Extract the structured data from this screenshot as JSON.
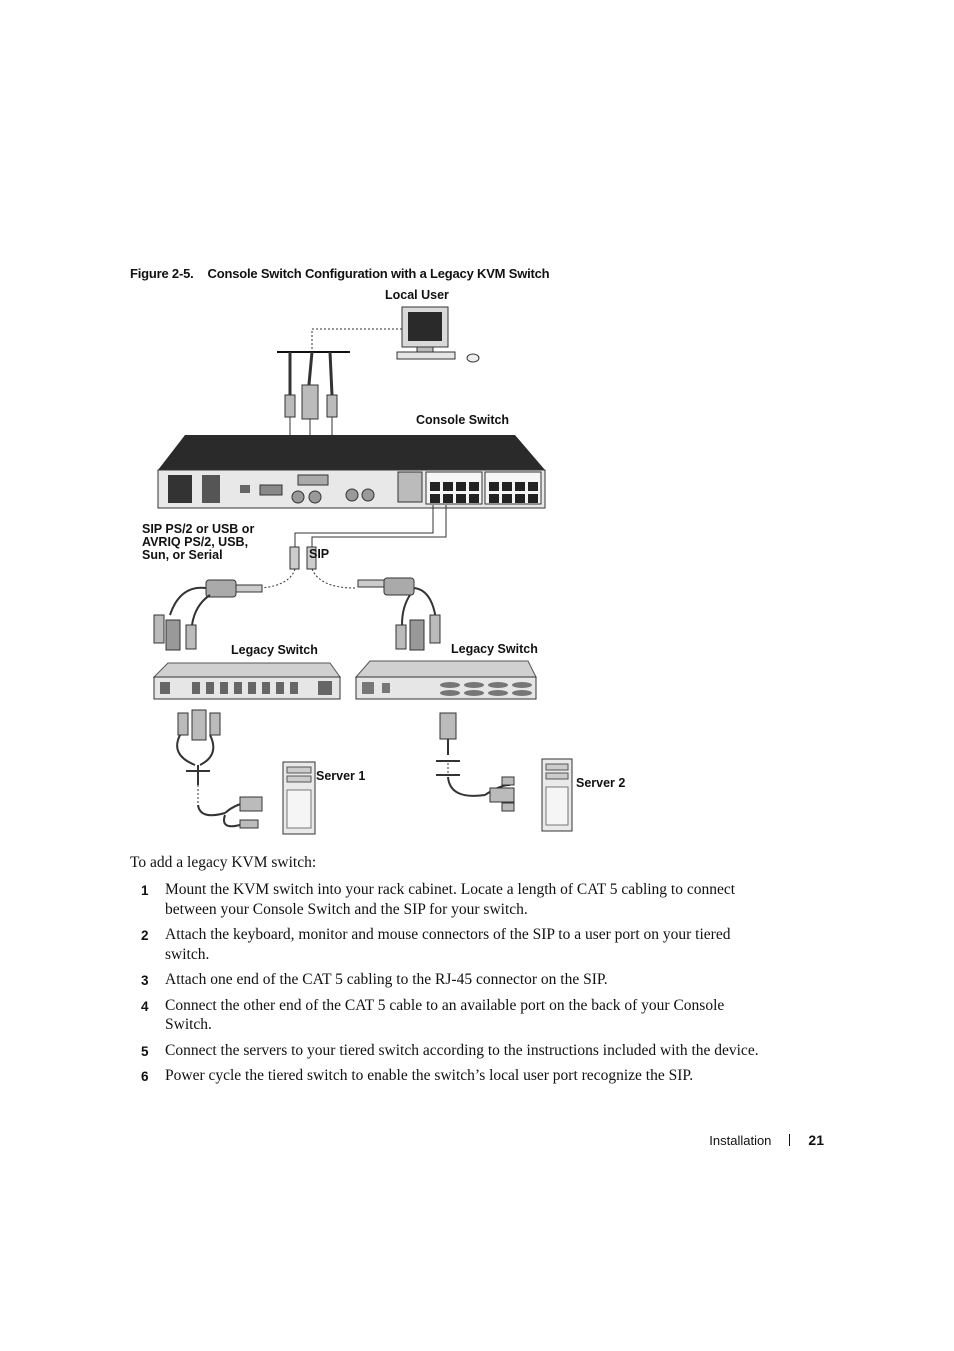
{
  "figure": {
    "number": "Figure 2-5.",
    "title": "Console Switch Configuration with a Legacy KVM Switch",
    "labels": {
      "local_user": "Local User",
      "console_switch": "Console Switch",
      "sip_options": "SIP PS/2 or USB or AVRIQ PS/2, USB, Sun, or Serial",
      "sip": "SIP",
      "legacy_switch_left": "Legacy Switch",
      "legacy_switch_right": "Legacy Switch",
      "server1": "Server 1",
      "server2": "Server 2"
    }
  },
  "intro": "To add a legacy KVM switch:",
  "steps": [
    {
      "n": "1",
      "text": "Mount the KVM switch into your rack cabinet. Locate a length of CAT 5 cabling to connect between your Console Switch and the SIP for your switch."
    },
    {
      "n": "2",
      "text": "Attach the keyboard, monitor and mouse connectors of the SIP to a user port on your tiered switch."
    },
    {
      "n": "3",
      "text": "Attach one end of the CAT 5 cabling to the RJ-45 connector on the SIP."
    },
    {
      "n": "4",
      "text": "Connect the other end of the CAT 5 cable to an available port on the back of your Console Switch."
    },
    {
      "n": "5",
      "text": "Connect the servers to your tiered switch according to the instructions included with the device."
    },
    {
      "n": "6",
      "text": "Power cycle the tiered switch to enable the switch’s local user port recognize the SIP."
    }
  ],
  "footer": {
    "section": "Installation",
    "page": "21"
  }
}
